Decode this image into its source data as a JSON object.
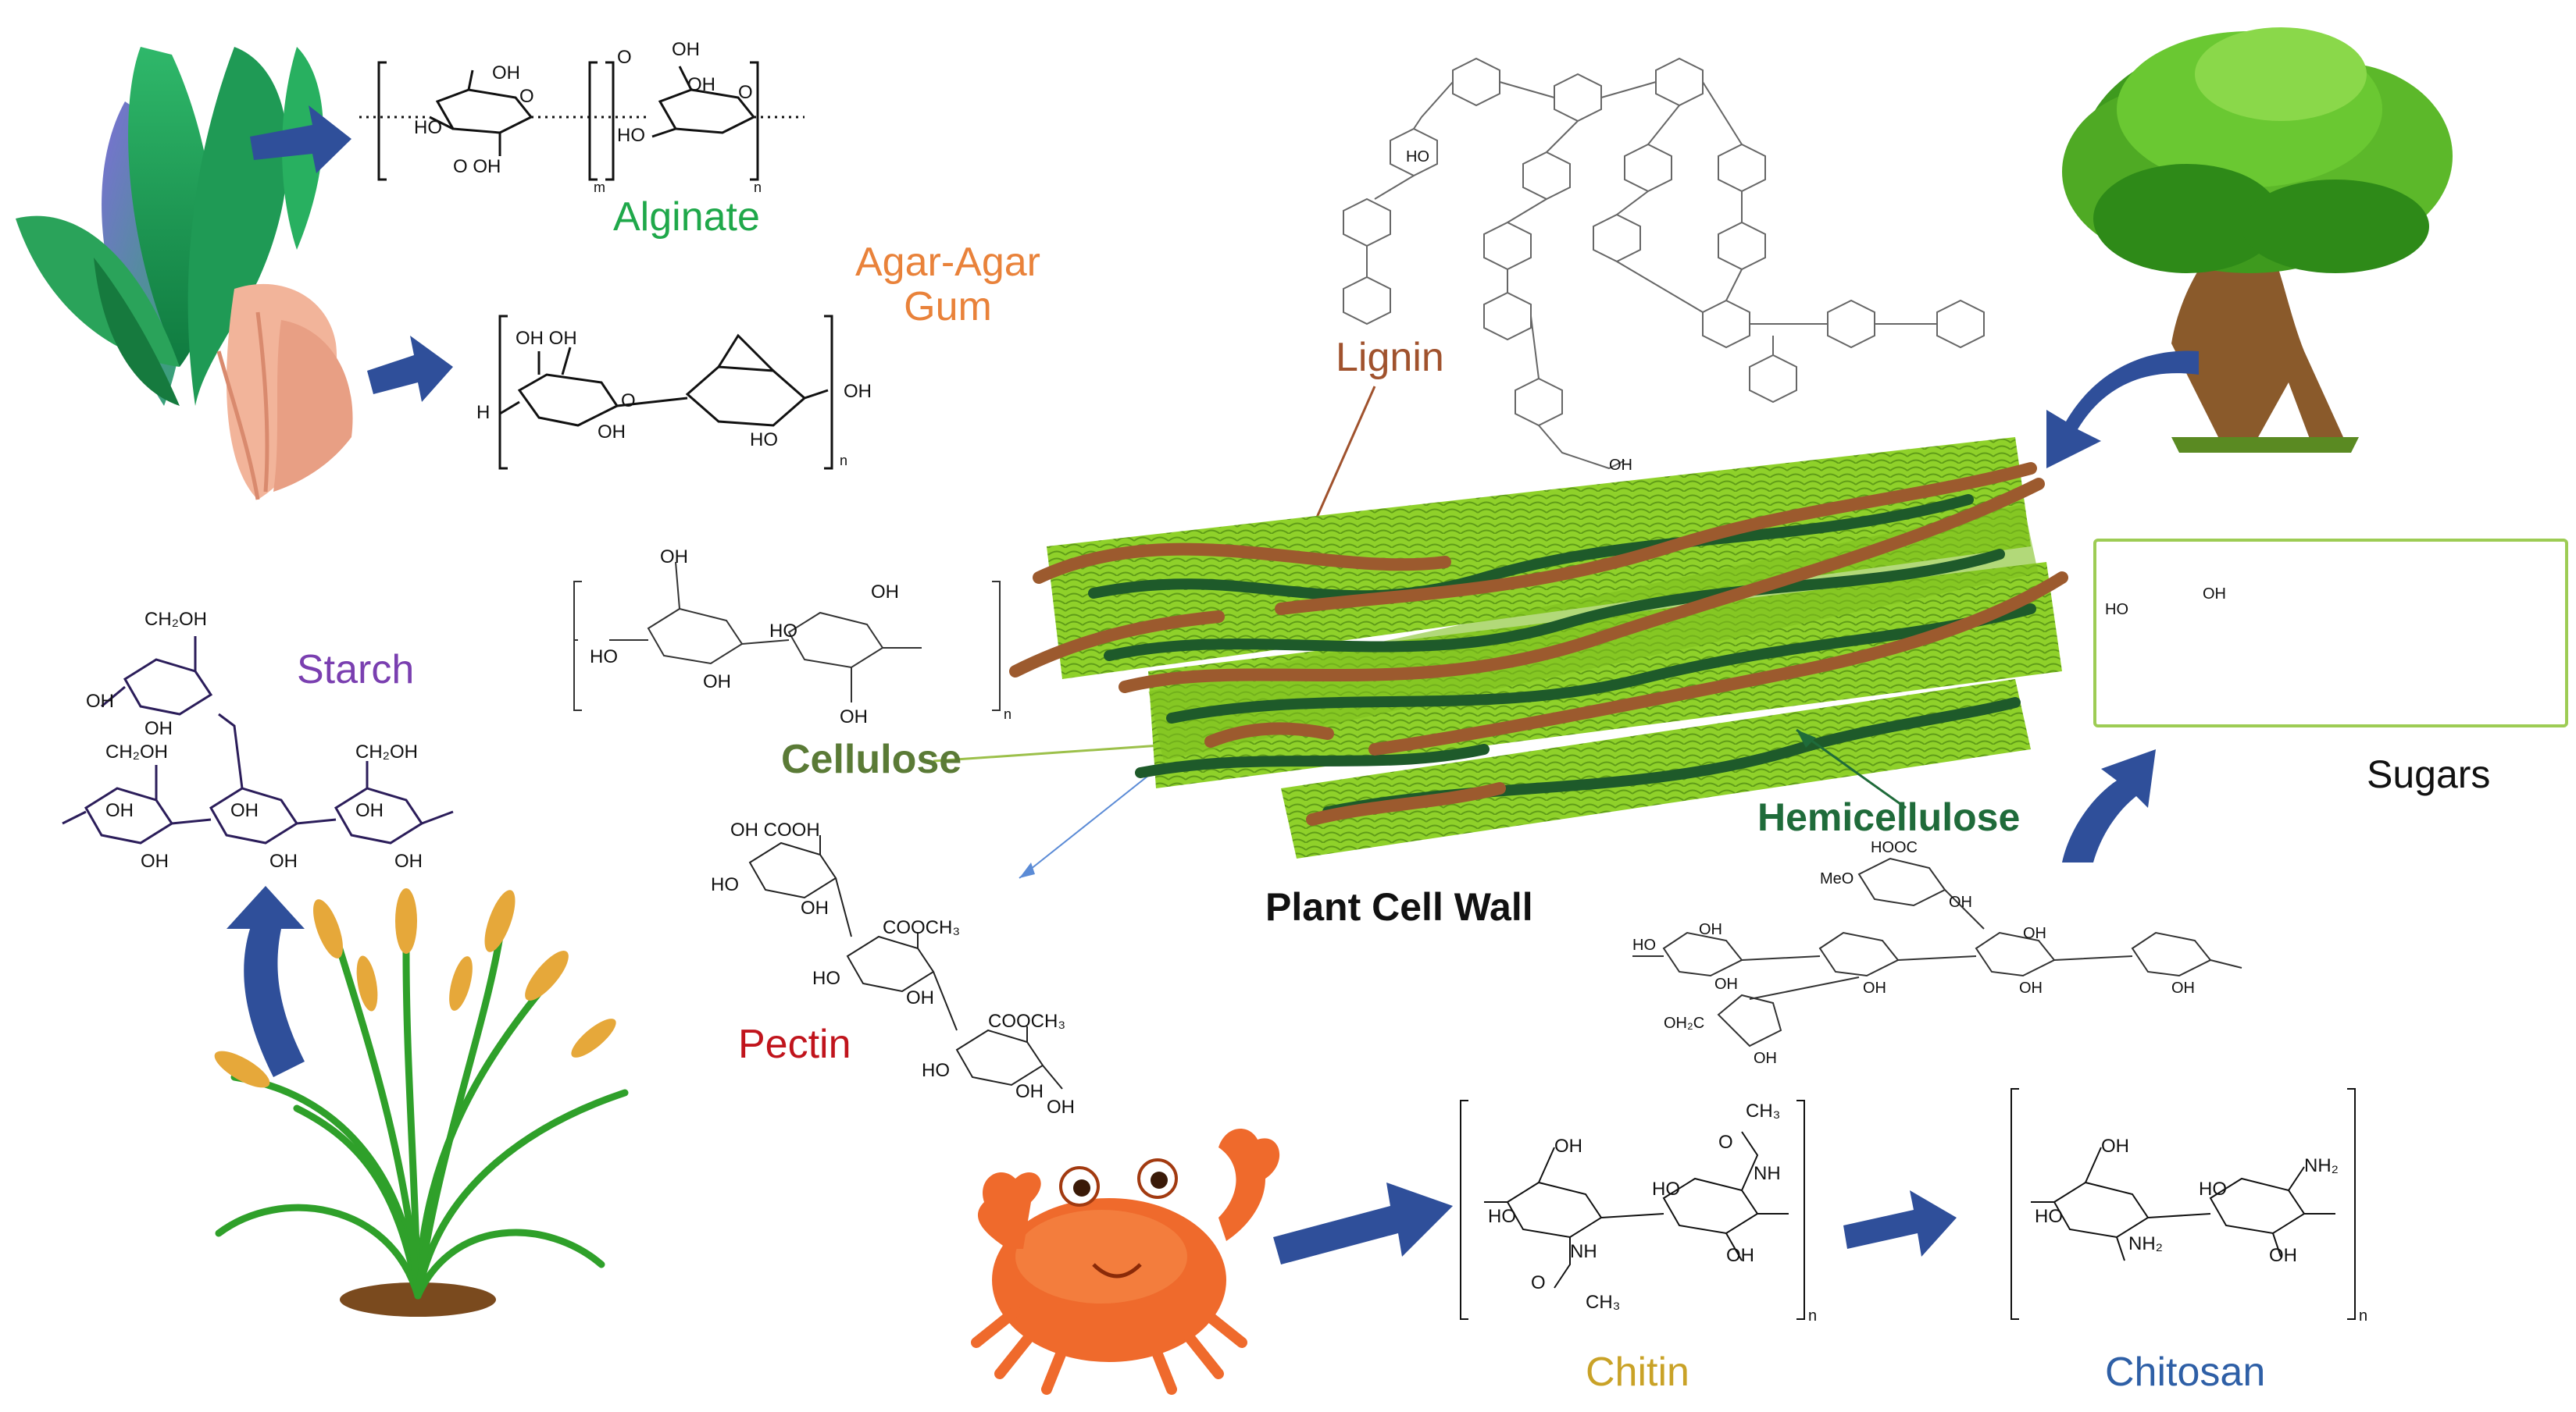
{
  "labels": {
    "alginate": "Alginate",
    "agar": "Agar-Agar\nGum",
    "lignin": "Lignin",
    "starch": "Starch",
    "cellulose": "Cellulose",
    "pectin": "Pectin",
    "plant_cell_wall": "Plant Cell Wall",
    "hemicellulose": "Hemicellulose",
    "sugars": "Sugars",
    "chitin": "Chitin",
    "chitosan": "Chitosan"
  },
  "colors": {
    "alginate": "#1fa84a",
    "agar": "#e9823a",
    "lignin": "#a0522d",
    "starch": "#7a3fb0",
    "cellulose": "#5a7a36",
    "pectin": "#c0141c",
    "hemicellulose": "#1f6b3a",
    "chitin": "#c9a227",
    "chitosan": "#2e5fa6",
    "arrow_blue": "#2f4f9a",
    "fiber_green": "#8fd12a",
    "fiber_dark": "#1e5a2a",
    "fiber_brown": "#9c5a2e",
    "sugar_box_border": "#9dcc54"
  },
  "chem_text": {
    "alg_oh1": "OH",
    "alg_ho1": "HO",
    "alg_ooh": "O     OH",
    "alg_o1": "O",
    "alg_m": "m",
    "alg_oh2": "OH",
    "alg_oh3": "OH",
    "alg_ho2": "HO",
    "alg_n": "n",
    "alg_o2": "O",
    "alg_o3": "O",
    "agar_ohoh": "OH  OH",
    "agar_h": "H",
    "agar_oh1": "OH",
    "agar_oh2": "OH",
    "agar_ho": "HO",
    "agar_n": "n",
    "agar_o": "O",
    "cell_oh1": "OH",
    "cell_oh2": "OH",
    "cell_ho1": "HO",
    "cell_ho2": "HO",
    "cell_oh3": "OH",
    "cell_oh4": "OH",
    "cell_n": "n",
    "st_ch2oh1": "CH₂OH",
    "st_ch2oh2": "CH₂OH",
    "st_ch2oh3": "CH₂OH",
    "st_oh1": "OH",
    "st_oh2": "OH",
    "st_oh3": "OH",
    "st_oh4": "OH",
    "st_oh5": "OH",
    "st_oh6": "OH",
    "st_oh7": "OH",
    "st_oh8": "OH",
    "pec_oh_cooh": "OH  COOH",
    "pec_ho1": "HO",
    "pec_oh1": "OH",
    "pec_cooch3_1": "COOCH₃",
    "pec_ho2": "HO",
    "pec_oh2": "OH",
    "pec_cooch3_2": "COOCH₃",
    "pec_ho3": "HO",
    "pec_oh3": "OH",
    "pec_oh4": "OH",
    "hemi_hooc": "HOOC",
    "hemi_meo": "MeO",
    "hemi_oh1": "OH",
    "hemi_ho1": "HO",
    "hemi_oh2": "OH",
    "hemi_oh3": "OH",
    "hemi_oh4": "OH",
    "hemi_oh5": "OH",
    "hemi_oh6": "OH",
    "hemi_oh7": "OH",
    "hemi_ch2": "OH₂C",
    "hemi_oh8": "OH",
    "chitin_oh1": "OH",
    "chitin_ho1": "HO",
    "chitin_ho2": "HO",
    "chitin_nh1": "NH",
    "chitin_nh2": "NH",
    "chitin_o1": "O",
    "chitin_o2": "O",
    "chitin_ch3_1": "CH₃",
    "chitin_ch3_2": "CH₃",
    "chitin_oh2": "OH",
    "chitin_n": "n",
    "chitosan_oh1": "OH",
    "chitosan_ho1": "HO",
    "chitosan_ho2": "HO",
    "chitosan_nh2_1": "NH₂",
    "chitosan_nh2_2": "NH₂",
    "chitosan_oh2": "OH",
    "chitosan_n": "n",
    "lig_oh": "OH",
    "lig_ho": "HO",
    "sug_oh": "OH",
    "sug_ho": "HO"
  }
}
